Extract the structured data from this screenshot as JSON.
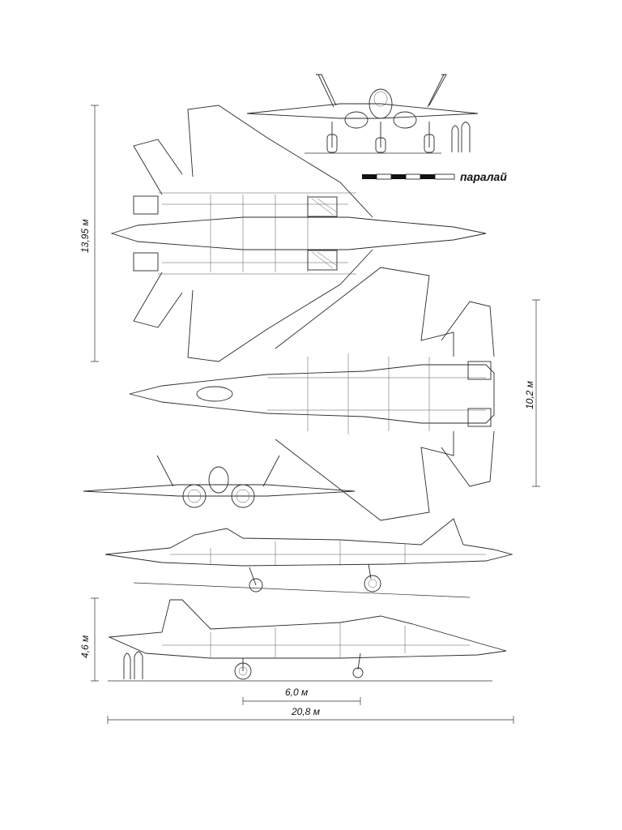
{
  "dimensions": {
    "wingspan": "13,95 м",
    "height_top_view": "10,2 м",
    "height": "4,6 м",
    "wheelbase": "6,0 м",
    "length": "20,8 м"
  },
  "brand": "паралай"
}
